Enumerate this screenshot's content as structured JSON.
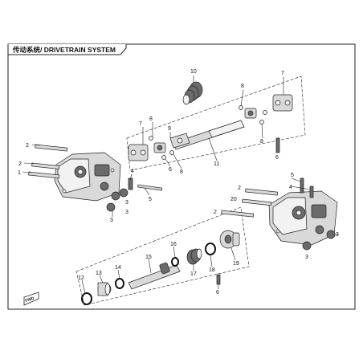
{
  "header": {
    "title": "传动系统/ DRIVETRAIN SYSTEM"
  },
  "callouts": {
    "c1": "1",
    "c2a": "2",
    "c2b": "2",
    "c3a": "3",
    "c3b": "3",
    "c3c": "3",
    "c3d": "3",
    "c3e": "3",
    "c4a": "4",
    "c4b": "4",
    "c5a": "5",
    "c5b": "5",
    "c6a": "6",
    "c6b": "6",
    "c6c": "6",
    "c7a": "7",
    "c7b": "7",
    "c8a": "8",
    "c8b": "8",
    "c8c": "8",
    "c8d": "8",
    "c9": "9",
    "c10": "10",
    "c11": "11",
    "c12": "12",
    "c13": "13",
    "c14": "14",
    "c15": "15",
    "c16": "16",
    "c17": "17",
    "c18": "18",
    "c19": "19",
    "c20": "20"
  },
  "fwd_badge": "FWD"
}
